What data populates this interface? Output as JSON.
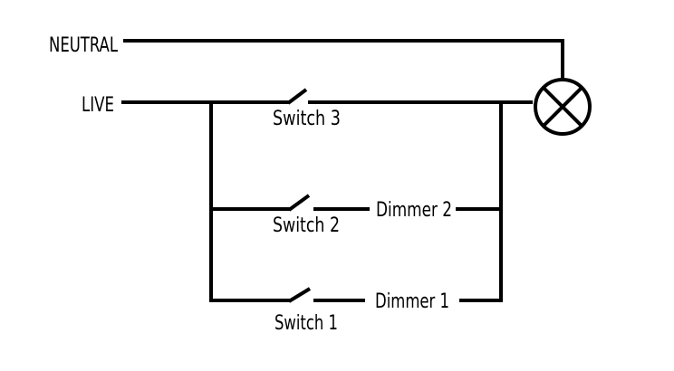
{
  "labels": {
    "neutral": "NEUTRAL",
    "live": "LIVE",
    "switch_3": "Switch 3",
    "switch_2": "Switch 2",
    "switch_1": "Switch 1",
    "dimmer_2": "Dimmer 2",
    "dimmer_1": "Dimmer 1"
  },
  "components": {
    "lamp_icon": "lamp-cross-circle-icon",
    "switch_icon": "open-switch-icon"
  },
  "colors": {
    "wire": "#000000",
    "background": "#ffffff"
  }
}
